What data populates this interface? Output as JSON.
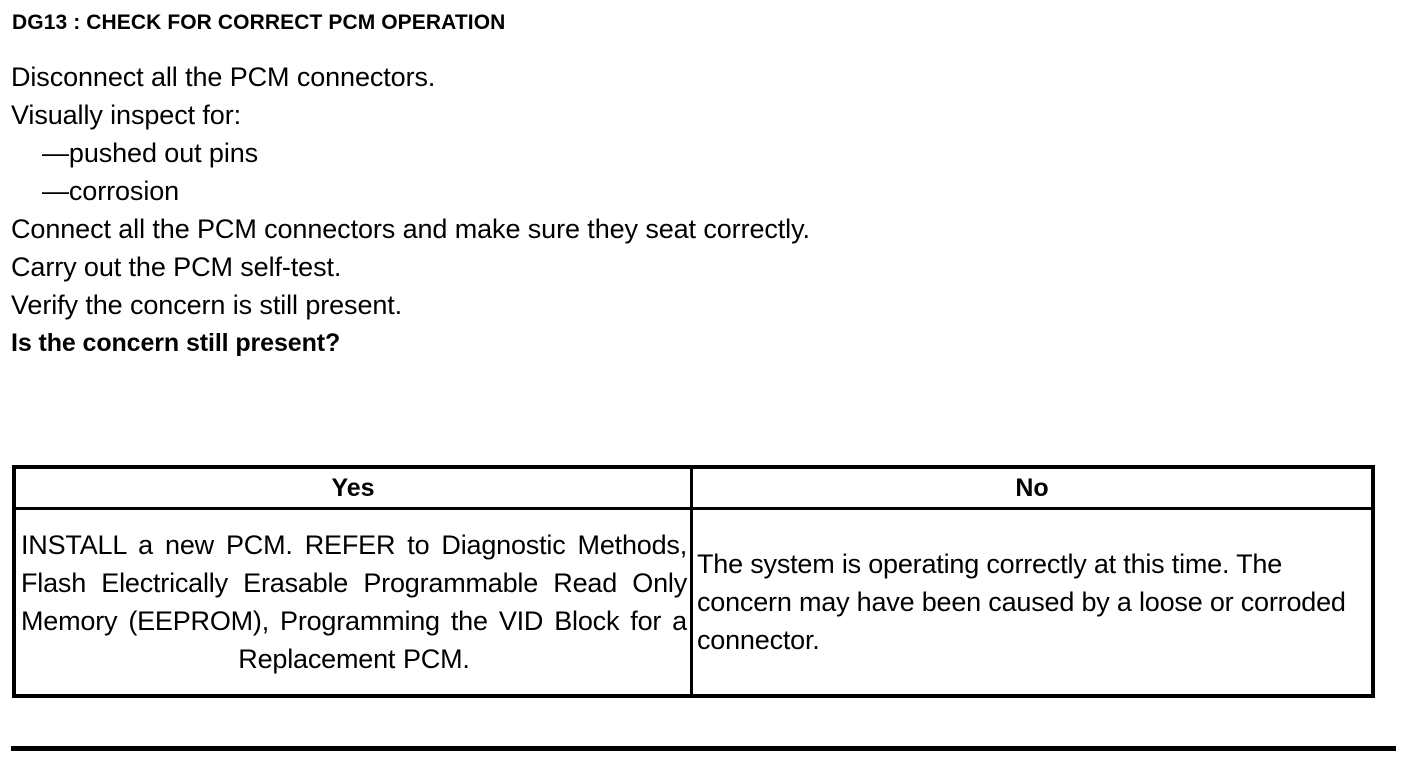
{
  "document": {
    "title": "DG13 : CHECK FOR CORRECT PCM OPERATION",
    "steps": [
      "Disconnect all the PCM connectors.",
      "Visually inspect for:"
    ],
    "bullets": [
      "—pushed out pins",
      "—corrosion"
    ],
    "steps_after": [
      "Connect all the PCM connectors and make sure they seat correctly.",
      "Carry out the PCM self-test.",
      "Verify the concern is still present."
    ],
    "question": "Is the concern still present?"
  },
  "table": {
    "headers": {
      "yes": "Yes",
      "no": "No"
    },
    "cells": {
      "yes": "INSTALL a new PCM. REFER to Diagnostic Methods, Flash Electrically Erasable Programmable Read Only Memory (EEPROM), Programming the VID Block for a Replacement PCM.",
      "no": "The system is operating correctly at this time. The concern may have been caused by a loose or corroded connector."
    }
  },
  "colors": {
    "text": "#000000",
    "background": "#ffffff",
    "border": "#000000"
  }
}
